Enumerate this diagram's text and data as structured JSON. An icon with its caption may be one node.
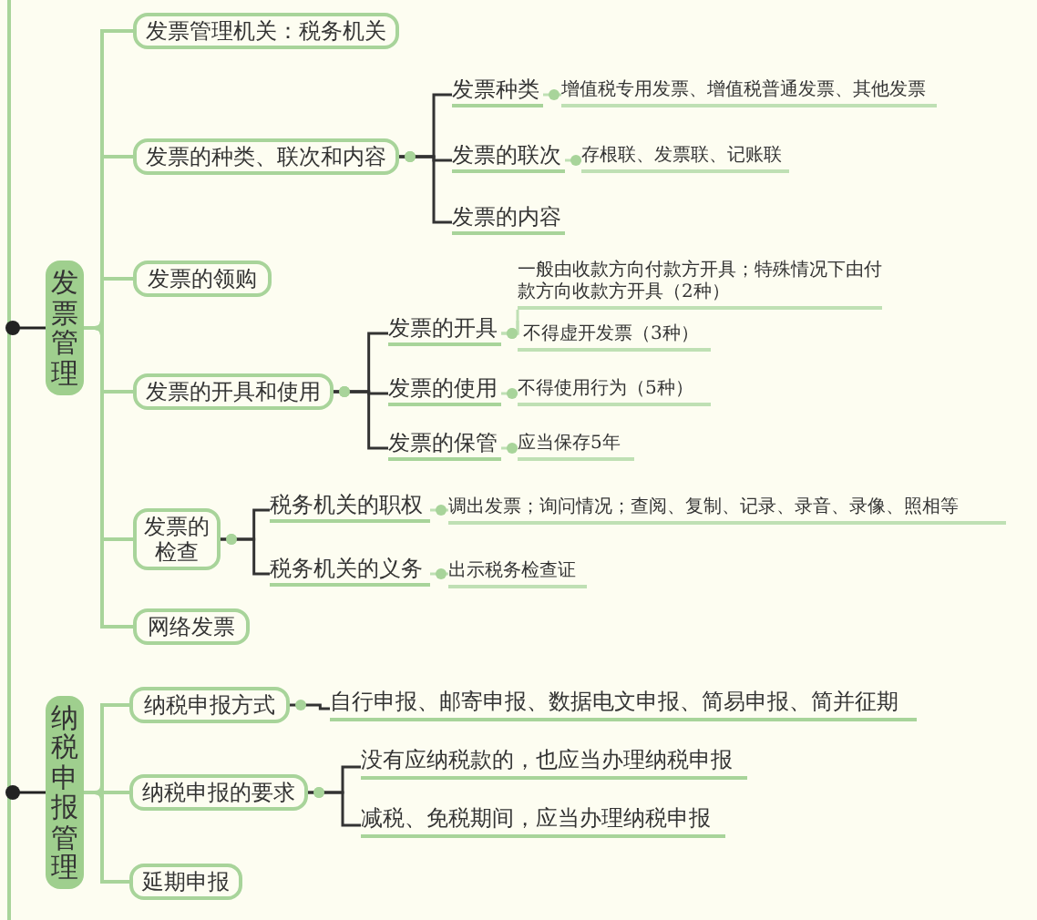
{
  "diagram": {
    "nodes": [
      {
        "text": [
          "发票管理"
        ]
      },
      {
        "text": [
          "发票管理机关：税务机关"
        ]
      },
      {
        "text": [
          "发票的种类、联次和内容"
        ]
      },
      {
        "text": [
          "发票种类"
        ]
      },
      {
        "text": [
          "增值税专用发票、增值税普通发票、其他发票"
        ]
      },
      {
        "text": [
          "发票的联次"
        ]
      },
      {
        "text": [
          "存根联、发票联、记账联"
        ]
      },
      {
        "text": [
          "发票的内容"
        ]
      },
      {
        "text": [
          "发票的领购"
        ]
      },
      {
        "text": [
          "发票的开具和使用"
        ]
      },
      {
        "text": [
          "发票的开具"
        ]
      },
      {
        "text": [
          "一般由收款方向付款方开具；特殊情况下由付款方向收款方开具（2种）"
        ]
      },
      {
        "text": [
          "不得虚开发票（3种）"
        ]
      },
      {
        "text": [
          "发票的使用"
        ]
      },
      {
        "text": [
          "不得使用行为（5种）"
        ]
      },
      {
        "text": [
          "发票的保管"
        ]
      },
      {
        "text": [
          "应当保存5年"
        ]
      },
      {
        "text": [
          "发票的检查"
        ]
      },
      {
        "text": [
          "税务机关的职权"
        ]
      },
      {
        "text": [
          "调出发票；询问情况；查阅、复制、记录、录音、录像、照相等"
        ]
      },
      {
        "text": [
          "税务机关的义务"
        ]
      },
      {
        "text": [
          "出示税务检查证"
        ]
      },
      {
        "text": [
          "网络发票"
        ]
      },
      {
        "text": [
          "纳税申报管理"
        ]
      },
      {
        "text": [
          "纳税申报方式"
        ]
      },
      {
        "text": [
          "自行申报、邮寄申报、数据电文申报、简易申报、简并征期"
        ]
      },
      {
        "text": [
          "纳税申报的要求"
        ]
      },
      {
        "text": [
          "没有应纳税款的，也应当办理纳税申报"
        ]
      },
      {
        "text": [
          "减税、免税期间，应当办理纳税申报"
        ]
      },
      {
        "text": [
          "延期申报"
        ]
      }
    ],
    "edges": [
      {
        "from": null,
        "to": 0,
        "arrow": "other",
        "color": "#222222"
      },
      {
        "from": 0,
        "to": 1,
        "arrow": "none",
        "color": "#a8d49a"
      },
      {
        "from": 0,
        "to": 2,
        "arrow": "none",
        "color": "#a8d49a"
      },
      {
        "from": 0,
        "to": 8,
        "arrow": "none",
        "color": "#a8d49a"
      },
      {
        "from": 0,
        "to": 9,
        "arrow": "none",
        "color": "#a8d49a"
      },
      {
        "from": 0,
        "to": 17,
        "arrow": "none",
        "color": "#a8d49a"
      },
      {
        "from": 0,
        "to": 22,
        "arrow": "none",
        "color": "#a8d49a"
      },
      {
        "from": 2,
        "to": 3,
        "arrow": "other",
        "color": "#333333"
      },
      {
        "from": 2,
        "to": 5,
        "arrow": "other",
        "color": "#333333"
      },
      {
        "from": 2,
        "to": 7,
        "arrow": "other",
        "color": "#333333"
      },
      {
        "from": 3,
        "to": 4,
        "arrow": "other",
        "color": "#bfe0b4"
      },
      {
        "from": 5,
        "to": 6,
        "arrow": "other",
        "color": "#bfe0b4"
      },
      {
        "from": 9,
        "to": 10,
        "arrow": "other",
        "color": "#333333"
      },
      {
        "from": 9,
        "to": 13,
        "arrow": "other",
        "color": "#333333"
      },
      {
        "from": 9,
        "to": 15,
        "arrow": "other",
        "color": "#333333"
      },
      {
        "from": 10,
        "to": 11,
        "arrow": "other",
        "color": "#bfe0b4"
      },
      {
        "from": 10,
        "to": 12,
        "arrow": "other",
        "color": "#bfe0b4"
      },
      {
        "from": 13,
        "to": 14,
        "arrow": "other",
        "color": "#bfe0b4"
      },
      {
        "from": 15,
        "to": 16,
        "arrow": "other",
        "color": "#bfe0b4"
      },
      {
        "from": 17,
        "to": 18,
        "arrow": "other",
        "color": "#333333"
      },
      {
        "from": 17,
        "to": 20,
        "arrow": "other",
        "color": "#333333"
      },
      {
        "from": 18,
        "to": 19,
        "arrow": "other",
        "color": "#bfe0b4"
      },
      {
        "from": 20,
        "to": 21,
        "arrow": "other",
        "color": "#bfe0b4"
      },
      {
        "from": null,
        "to": 23,
        "arrow": "other",
        "color": "#222222"
      },
      {
        "from": 23,
        "to": 24,
        "arrow": "none",
        "color": "#a8d49a"
      },
      {
        "from": 23,
        "to": 26,
        "arrow": "none",
        "color": "#a8d49a"
      },
      {
        "from": 23,
        "to": 29,
        "arrow": "none",
        "color": "#a8d49a"
      },
      {
        "from": 24,
        "to": 25,
        "arrow": "other",
        "color": "#333333"
      },
      {
        "from": 26,
        "to": 27,
        "arrow": "other",
        "color": "#333333"
      },
      {
        "from": 26,
        "to": 28,
        "arrow": "other",
        "color": "#333333"
      }
    ]
  }
}
